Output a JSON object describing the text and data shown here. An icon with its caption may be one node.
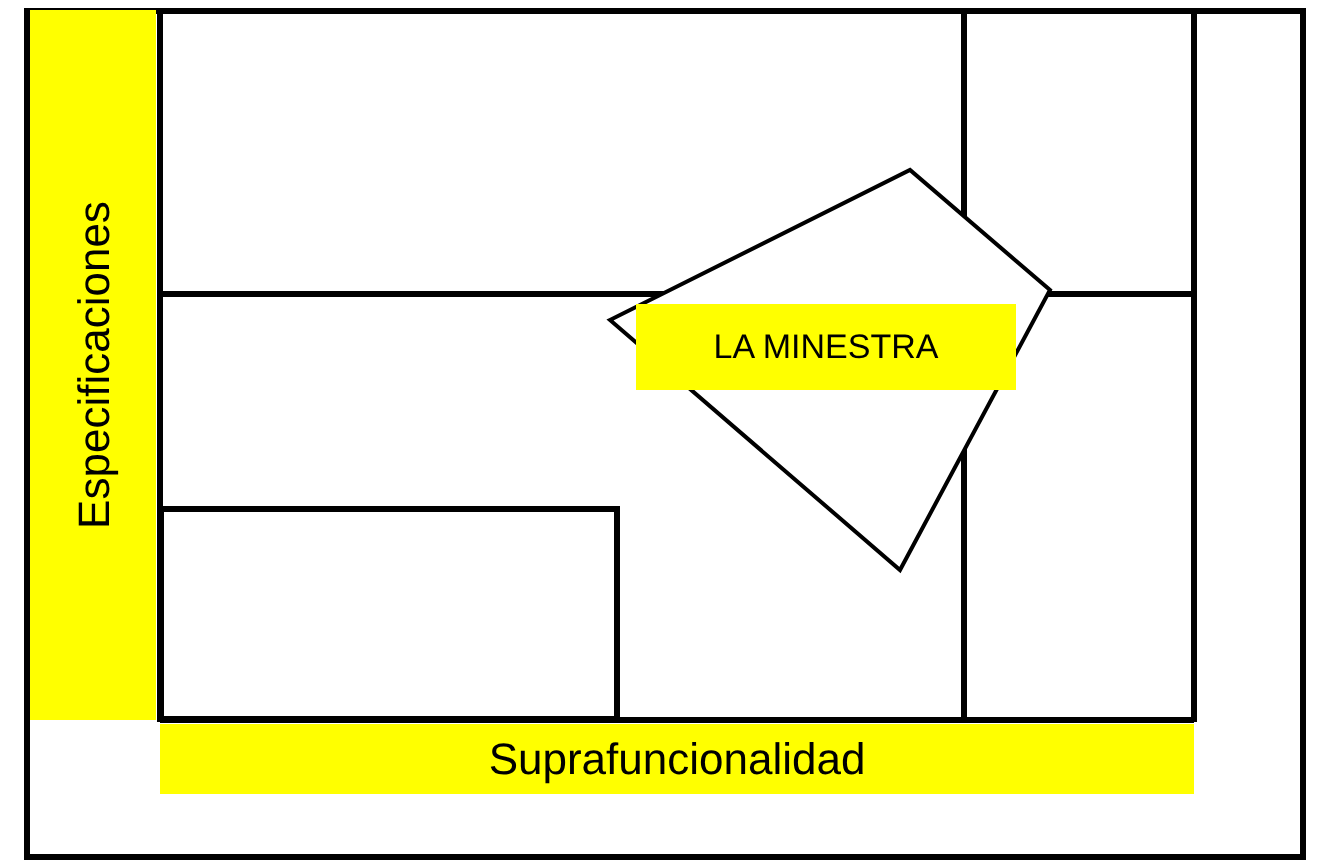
{
  "diagram": {
    "nodes": [
      {
        "text": [
          "Especificaciones"
        ]
      },
      {
        "text": [
          "Suprafuncionalidad"
        ]
      },
      {
        "text": [
          "LA MINESTRA"
        ]
      },
      {
        "text": [],
        "shape": "box"
      }
    ]
  }
}
